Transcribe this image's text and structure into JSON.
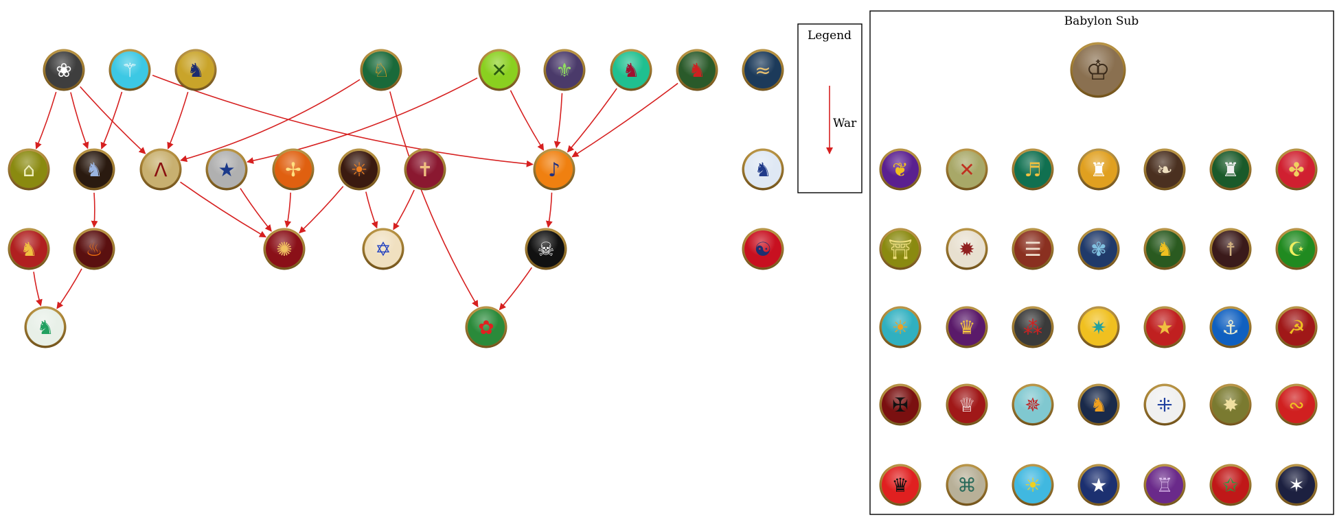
{
  "legend": {
    "title": "Legend",
    "edge_label": "War"
  },
  "subgraph": {
    "title": "Babylon Sub"
  },
  "colors": {
    "edge": "#d62020"
  },
  "nodes": [
    {
      "id": "n1",
      "name": "dark-grey-civ-emblem",
      "fill": "#3e3e3e",
      "fg": "#ffffff",
      "glyph": "❀"
    },
    {
      "id": "n2",
      "name": "cyan-civ-emblem",
      "fill": "#3cc8e4",
      "fg": "#ffffff",
      "glyph": "⚚"
    },
    {
      "id": "n3",
      "name": "navy-lion-emblem",
      "fill": "#c9a42a",
      "fg": "#1c2c70",
      "glyph": "♞"
    },
    {
      "id": "n4",
      "name": "kangaroo-emblem",
      "fill": "#1a6a3a",
      "fg": "#f0a020",
      "glyph": "♘"
    },
    {
      "id": "n5",
      "name": "lime-sword-emblem",
      "fill": "#8ad020",
      "fg": "#2a5a10",
      "glyph": "✕"
    },
    {
      "id": "n6",
      "name": "celtic-knot-emblem",
      "fill": "#4a3a6a",
      "fg": "#90e060",
      "glyph": "⚜"
    },
    {
      "id": "n7",
      "name": "teal-dragon-emblem",
      "fill": "#20c090",
      "fg": "#a01030",
      "glyph": "♞"
    },
    {
      "id": "n8",
      "name": "green-griffin-emblem",
      "fill": "#2a5a2a",
      "fg": "#d02020",
      "glyph": "♞"
    },
    {
      "id": "n9",
      "name": "navy-fish-emblem",
      "fill": "#1c3a5a",
      "fg": "#e8c070",
      "glyph": "≈"
    },
    {
      "id": "n10",
      "name": "olive-temple-emblem",
      "fill": "#8a8a10",
      "fg": "#f0f0c0",
      "glyph": "⌂"
    },
    {
      "id": "n11",
      "name": "horseman-emblem",
      "fill": "#2a1a10",
      "fg": "#9ab4e0",
      "glyph": "♞"
    },
    {
      "id": "n12",
      "name": "lambda-shield-emblem",
      "fill": "#c8b070",
      "fg": "#8a1010",
      "glyph": "Λ"
    },
    {
      "id": "n13",
      "name": "grey-star-emblem",
      "fill": "#b0b0b0",
      "fg": "#1c3a8a",
      "glyph": "★"
    },
    {
      "id": "n14",
      "name": "orange-paddle-emblem",
      "fill": "#e06010",
      "fg": "#ffe080",
      "glyph": "✢"
    },
    {
      "id": "n15",
      "name": "sun-mask-emblem",
      "fill": "#3a1a10",
      "fg": "#f08020",
      "glyph": "☀"
    },
    {
      "id": "n16",
      "name": "red-cross-emblem",
      "fill": "#8a1830",
      "fg": "#f0c080",
      "glyph": "✝"
    },
    {
      "id": "n17",
      "name": "horn-emblem",
      "fill": "#f08010",
      "fg": "#203080",
      "glyph": "♪"
    },
    {
      "id": "n18",
      "name": "finland-lion-emblem",
      "fill": "#dfe8f4",
      "fg": "#203a8a",
      "glyph": "♞"
    },
    {
      "id": "n19",
      "name": "red-lion-emblem",
      "fill": "#b02020",
      "fg": "#f0c040",
      "glyph": "♞"
    },
    {
      "id": "n20",
      "name": "flame-emblem",
      "fill": "#5a1010",
      "fg": "#f07010",
      "glyph": "♨"
    },
    {
      "id": "n21",
      "name": "chrysanthemum-emblem",
      "fill": "#8a1018",
      "fg": "#f0c060",
      "glyph": "✺"
    },
    {
      "id": "n22",
      "name": "star-of-david-emblem",
      "fill": "#f0e0c0",
      "fg": "#2040c0",
      "glyph": "✡"
    },
    {
      "id": "n23",
      "name": "pirate-emblem",
      "fill": "#111111",
      "fg": "#ffffff",
      "glyph": "☠"
    },
    {
      "id": "n24",
      "name": "taegeuk-emblem",
      "fill": "#c81020",
      "fg": "#1c3070",
      "glyph": "☯"
    },
    {
      "id": "n25",
      "name": "green-dragon-emblem",
      "fill": "#e8f0e8",
      "fg": "#20a060",
      "glyph": "♞"
    },
    {
      "id": "n26",
      "name": "red-dragon-swirl-emblem",
      "fill": "#2a8a3a",
      "fg": "#e02020",
      "glyph": "✿"
    },
    {
      "id": "b0",
      "name": "babylon-leader-portrait",
      "fill": "#8a7050",
      "fg": "#3a2a1a",
      "glyph": "♔"
    },
    {
      "id": "s1",
      "name": "laurel-wreath-emblem",
      "fill": "#5a2090",
      "fg": "#f0c020",
      "glyph": "❦"
    },
    {
      "id": "s2",
      "name": "crossed-swords-emblem",
      "fill": "#a8a868",
      "fg": "#c03020",
      "glyph": "✕"
    },
    {
      "id": "s3",
      "name": "harp-emblem",
      "fill": "#107050",
      "fg": "#f0c040",
      "glyph": "♬"
    },
    {
      "id": "s4",
      "name": "golden-eagle-emblem",
      "fill": "#e0a020",
      "fg": "#ffffff",
      "glyph": "♜"
    },
    {
      "id": "s5",
      "name": "koru-emblem",
      "fill": "#4a3020",
      "fg": "#f0e0c0",
      "glyph": "❧"
    },
    {
      "id": "s6",
      "name": "elephant-emblem",
      "fill": "#1a5a2a",
      "fg": "#f0f0f0",
      "glyph": "♜"
    },
    {
      "id": "s7",
      "name": "maple-emblem",
      "fill": "#d02030",
      "fg": "#f0d060",
      "glyph": "✤"
    },
    {
      "id": "s8",
      "name": "torii-gate-emblem",
      "fill": "#8a8a10",
      "fg": "#f0e080",
      "glyph": "⛩"
    },
    {
      "id": "s9",
      "name": "sunburst-emblem",
      "fill": "#e8e0d0",
      "fg": "#902020",
      "glyph": "✹"
    },
    {
      "id": "s10",
      "name": "trigram-emblem",
      "fill": "#8a3020",
      "fg": "#f0e0d0",
      "glyph": "☰"
    },
    {
      "id": "s11",
      "name": "peacock-emblem",
      "fill": "#203a6a",
      "fg": "#80c0e0",
      "glyph": "✾"
    },
    {
      "id": "s12",
      "name": "winged-lion-emblem",
      "fill": "#2a5a20",
      "fg": "#f0c020",
      "glyph": "♞"
    },
    {
      "id": "s13",
      "name": "cross-staff-emblem",
      "fill": "#3a1a1a",
      "fg": "#d0b080",
      "glyph": "☨"
    },
    {
      "id": "s14",
      "name": "crescent-emblem",
      "fill": "#208a20",
      "fg": "#f0f060",
      "glyph": "☪"
    },
    {
      "id": "s15",
      "name": "sun-teal-emblem",
      "fill": "#30b0c0",
      "fg": "#f0a020",
      "glyph": "☀"
    },
    {
      "id": "s16",
      "name": "double-eagle-emblem",
      "fill": "#5a1a6a",
      "fg": "#f0c040",
      "glyph": "♛"
    },
    {
      "id": "s17",
      "name": "three-dots-emblem",
      "fill": "#3a3a3a",
      "fg": "#d02020",
      "glyph": "⁂"
    },
    {
      "id": "s18",
      "name": "eight-star-emblem",
      "fill": "#f0c020",
      "fg": "#20a0a0",
      "glyph": "✷"
    },
    {
      "id": "s19",
      "name": "red-star-wreath-emblem",
      "fill": "#c02020",
      "fg": "#f0c040",
      "glyph": "★"
    },
    {
      "id": "s20",
      "name": "blue-anchor-emblem",
      "fill": "#1060c0",
      "fg": "#f0f0d0",
      "glyph": "⚓"
    },
    {
      "id": "s21",
      "name": "hammer-sickle-emblem",
      "fill": "#a01818",
      "fg": "#f0c020",
      "glyph": "☭"
    },
    {
      "id": "s22",
      "name": "hooked-cross-emblem",
      "fill": "#7a1010",
      "fg": "#111111",
      "glyph": "✠"
    },
    {
      "id": "s23",
      "name": "crown-emblem",
      "fill": "#a01818",
      "fg": "#ffffff",
      "glyph": "♕"
    },
    {
      "id": "s24",
      "name": "star-flower-emblem",
      "fill": "#80c8d0",
      "fg": "#c02020",
      "glyph": "✵"
    },
    {
      "id": "s25",
      "name": "orange-lion-emblem",
      "fill": "#1a2a4a",
      "fg": "#f0a020",
      "glyph": "♞"
    },
    {
      "id": "s26",
      "name": "quinas-emblem",
      "fill": "#f0f0f0",
      "fg": "#2040a0",
      "glyph": "⁜"
    },
    {
      "id": "s27",
      "name": "olive-star-emblem",
      "fill": "#7a7a30",
      "fg": "#f0e0a0",
      "glyph": "✸"
    },
    {
      "id": "s28",
      "name": "red-waves-emblem",
      "fill": "#d02020",
      "fg": "#f0c020",
      "glyph": "∾"
    },
    {
      "id": "s29",
      "name": "black-eagle-emblem",
      "fill": "#e02020",
      "fg": "#111111",
      "glyph": "♛"
    },
    {
      "id": "s30",
      "name": "knot-emblem",
      "fill": "#b8b098",
      "fg": "#2a6a5a",
      "glyph": "⌘"
    },
    {
      "id": "s31",
      "name": "sun-face-emblem",
      "fill": "#40b8e0",
      "fg": "#f0d020",
      "glyph": "☀"
    },
    {
      "id": "s32",
      "name": "white-star-emblem",
      "fill": "#1c3070",
      "fg": "#ffffff",
      "glyph": "★"
    },
    {
      "id": "s33",
      "name": "purple-tower-emblem",
      "fill": "#6a2a8a",
      "fg": "#e0c0f0",
      "glyph": "♖"
    },
    {
      "id": "s34",
      "name": "green-star-emblem",
      "fill": "#c01818",
      "fg": "#20a040",
      "glyph": "✩"
    },
    {
      "id": "s35",
      "name": "navy-star-emblem",
      "fill": "#1c2040",
      "fg": "#ffffff",
      "glyph": "✶"
    }
  ],
  "edges": [
    [
      "n1",
      "n10"
    ],
    [
      "n1",
      "n11"
    ],
    [
      "n1",
      "n12"
    ],
    [
      "n2",
      "n11"
    ],
    [
      "n2",
      "n17"
    ],
    [
      "n3",
      "n12"
    ],
    [
      "n4",
      "n12"
    ],
    [
      "n4",
      "n26"
    ],
    [
      "n5",
      "n13"
    ],
    [
      "n5",
      "n17"
    ],
    [
      "n6",
      "n17"
    ],
    [
      "n7",
      "n17"
    ],
    [
      "n8",
      "n17"
    ],
    [
      "n11",
      "n20"
    ],
    [
      "n12",
      "n21"
    ],
    [
      "n13",
      "n21"
    ],
    [
      "n14",
      "n21"
    ],
    [
      "n15",
      "n21"
    ],
    [
      "n15",
      "n22"
    ],
    [
      "n16",
      "n22"
    ],
    [
      "n17",
      "n23"
    ],
    [
      "n19",
      "n25"
    ],
    [
      "n20",
      "n25"
    ],
    [
      "n23",
      "n26"
    ]
  ]
}
